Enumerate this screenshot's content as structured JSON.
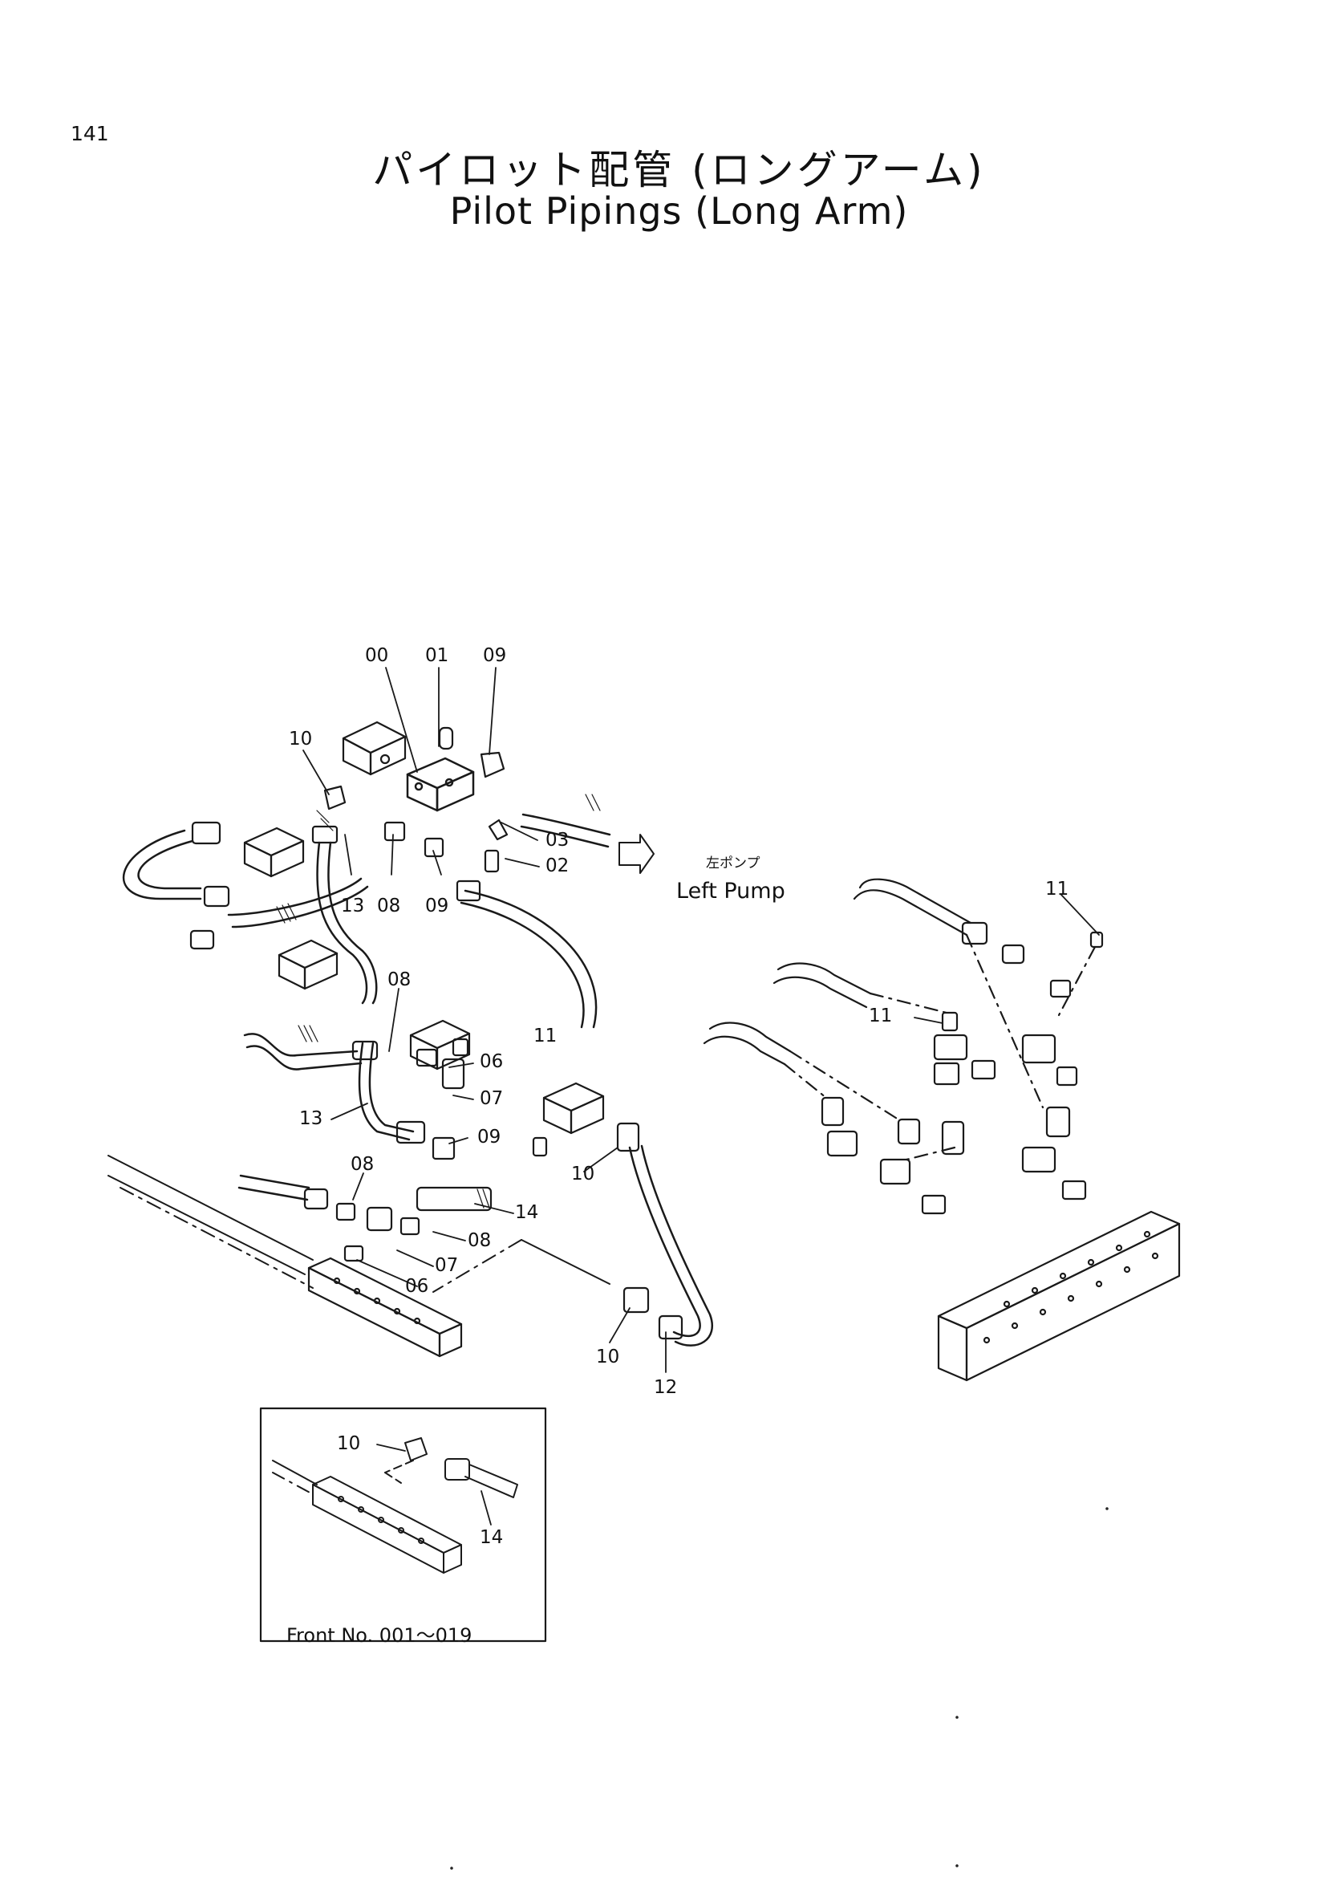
{
  "page": {
    "number": "141"
  },
  "title": {
    "japanese": "パイロット配管 (ロングアーム)",
    "english": "Pilot Pipings (Long Arm)"
  },
  "callouts": [
    {
      "id": "c-00",
      "text": "00"
    },
    {
      "id": "c-01",
      "text": "01"
    },
    {
      "id": "c-09a",
      "text": "09"
    },
    {
      "id": "c-10a",
      "text": "10"
    },
    {
      "id": "c-03",
      "text": "03"
    },
    {
      "id": "c-02",
      "text": "02"
    },
    {
      "id": "c-13a",
      "text": "13"
    },
    {
      "id": "c-08a",
      "text": "08"
    },
    {
      "id": "c-09b",
      "text": "09"
    },
    {
      "id": "c-08b",
      "text": "08"
    },
    {
      "id": "c-06a",
      "text": "06"
    },
    {
      "id": "c-07a",
      "text": "07"
    },
    {
      "id": "c-13b",
      "text": "13"
    },
    {
      "id": "c-09c",
      "text": "09"
    },
    {
      "id": "c-11a",
      "text": "11"
    },
    {
      "id": "c-10b",
      "text": "10"
    },
    {
      "id": "c-08c",
      "text": "08"
    },
    {
      "id": "c-14a",
      "text": "14"
    },
    {
      "id": "c-08d",
      "text": "08"
    },
    {
      "id": "c-07b",
      "text": "07"
    },
    {
      "id": "c-06b",
      "text": "06"
    },
    {
      "id": "c-10c",
      "text": "10"
    },
    {
      "id": "c-12",
      "text": "12"
    },
    {
      "id": "c-11b",
      "text": "11"
    },
    {
      "id": "c-11c",
      "text": "11"
    },
    {
      "id": "c-10d",
      "text": "10"
    },
    {
      "id": "c-14b",
      "text": "14"
    }
  ],
  "pump_label": {
    "japanese": "左ポンプ",
    "english": "Left Pump"
  },
  "inset": {
    "caption": "Front No. 001～019"
  }
}
